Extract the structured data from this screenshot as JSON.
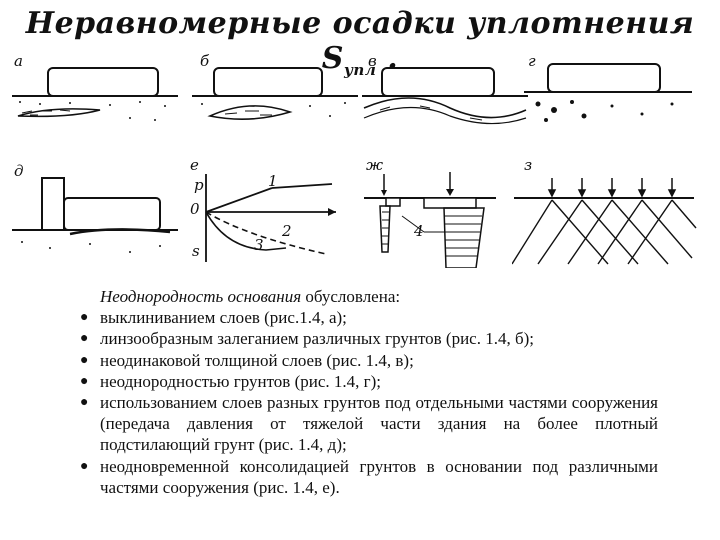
{
  "title": {
    "main": "Неравномерные осадки уплотнения S",
    "sub": "упл",
    "tail": " ."
  },
  "figures": {
    "a": "а",
    "b": "б",
    "v": "в",
    "g": "г",
    "d": "д",
    "e": "е",
    "zh": "ж",
    "z": "з",
    "e_axis_p": "р",
    "e_axis_0": "0",
    "e_axis_s": "s",
    "e_curve_1": "1",
    "e_curve_2": "2",
    "e_curve_3": "3",
    "zh_label_4": "4"
  },
  "body": {
    "intro_italic": "Неоднородность основания",
    "intro_rest": " обусловлена:",
    "items": [
      "выклиниванием слоев (рис.1.4, а);",
      "линзообразным залеганием различных грунтов (рис. 1.4, б);",
      "неодинаковой толщиной слоев (рис. 1.4, в);",
      "неоднородностью грунтов (рис. 1.4, г);",
      "использованием слоев разных грунтов под отдельными частями сооружения (передача давления от тяжелой части здания на более плотный подстилающий грунт (рис. 1.4, д);",
      "неодновременной консолидацией грунтов в основании под различными частями сооружения (рис. 1.4, е)."
    ]
  }
}
